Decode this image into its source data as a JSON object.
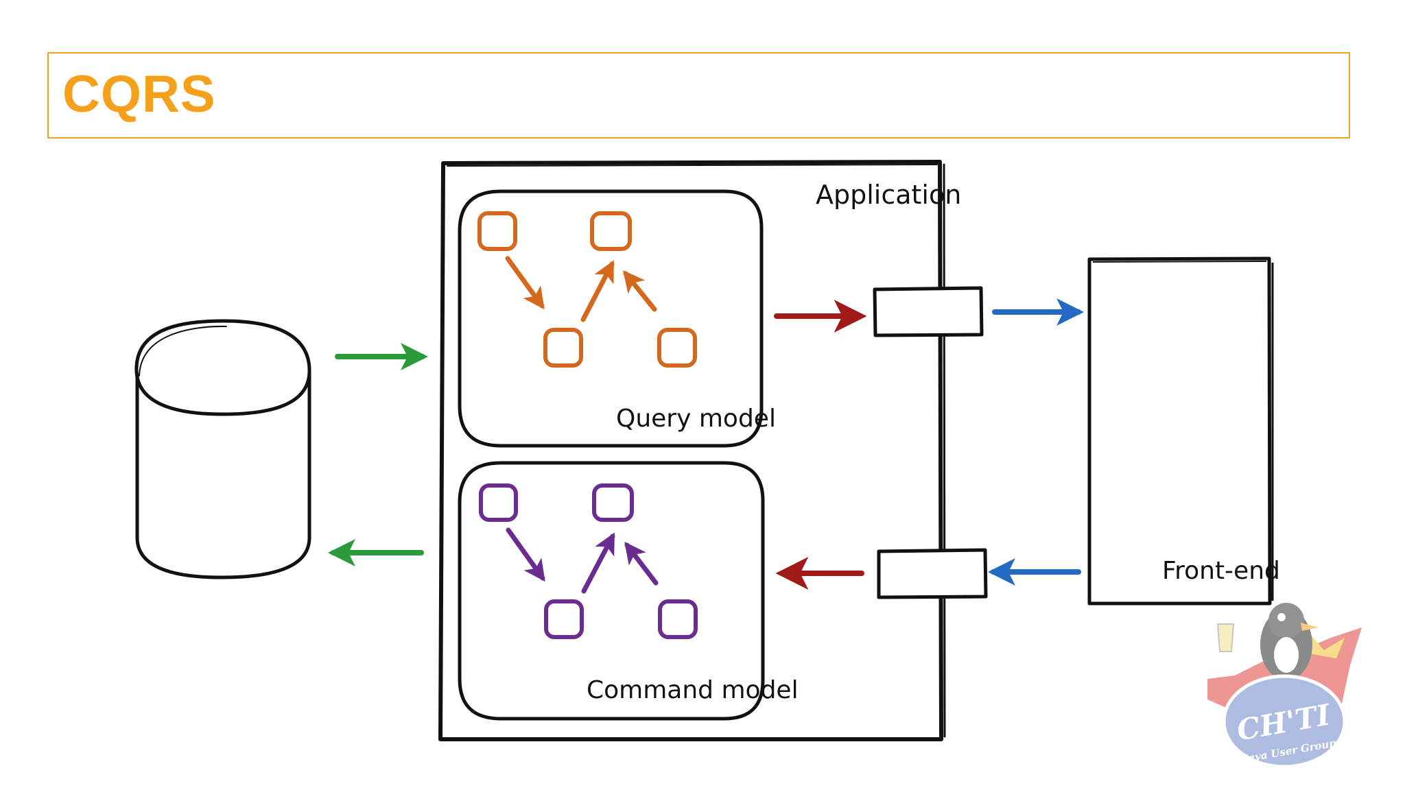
{
  "slide": {
    "title": "CQRS"
  },
  "diagram": {
    "application_label": "Application",
    "query_model_label": "Query model",
    "command_model_label": "Command model",
    "frontend_label": "Front-end",
    "colors": {
      "title_orange": "#f5a01a",
      "query_nodes": "#d4691e",
      "command_nodes": "#6a2c91",
      "db_arrows_green": "#2b9a3a",
      "model_arrows_red": "#a11a1a",
      "frontend_arrows_blue": "#2469c2"
    }
  },
  "logo": {
    "name": "CH'TI",
    "subtitle": "Java User Group"
  }
}
